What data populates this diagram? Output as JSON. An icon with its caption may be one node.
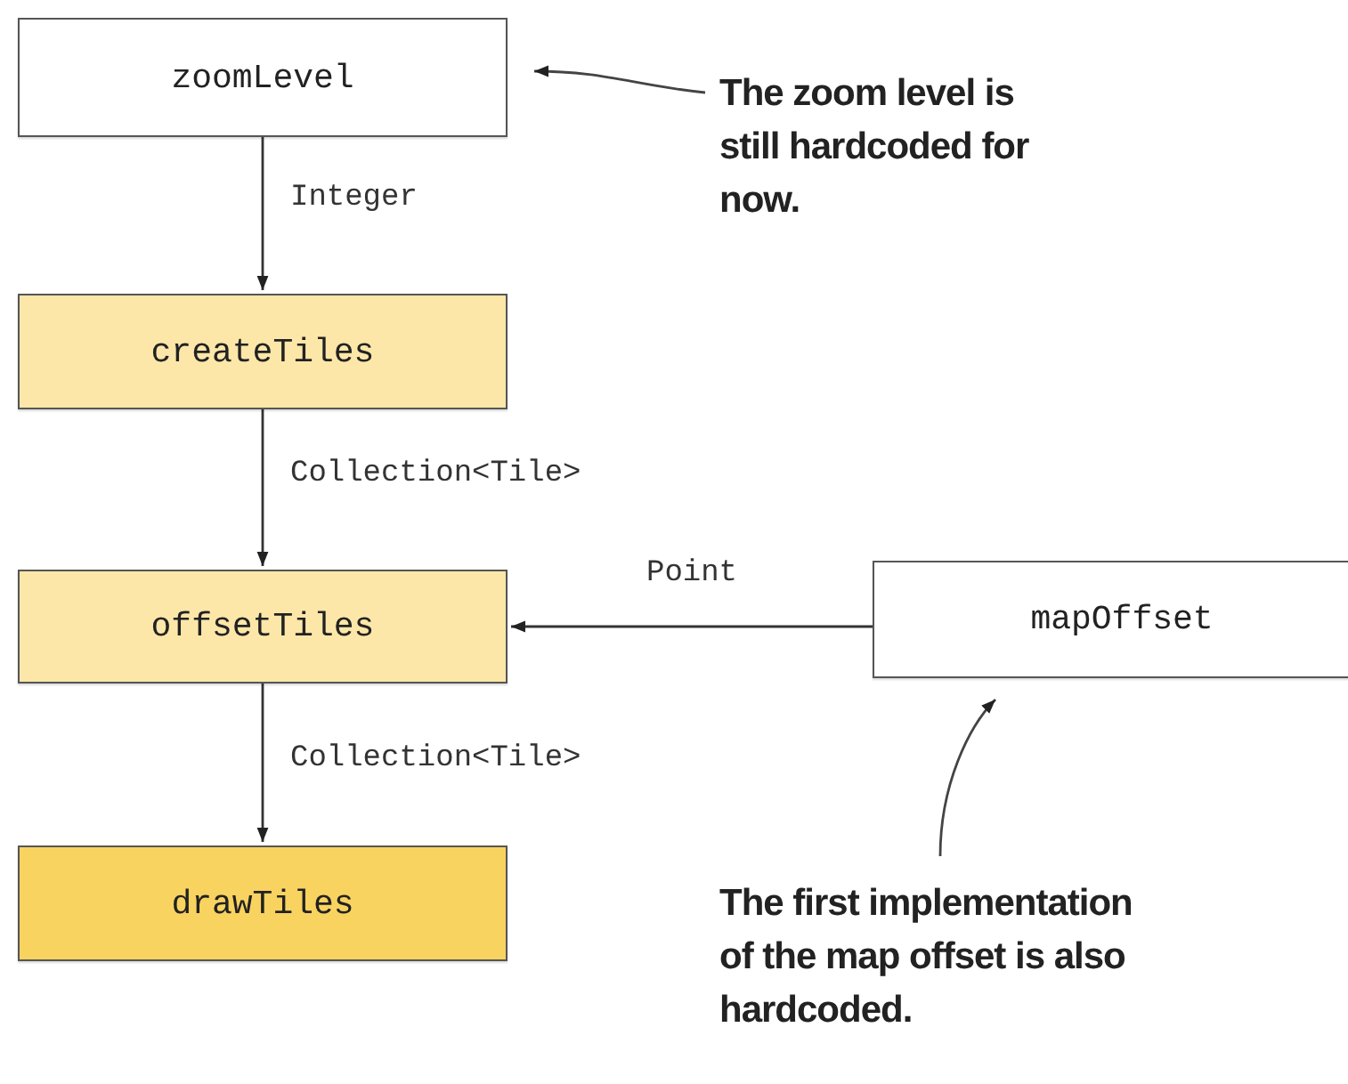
{
  "diagram": {
    "nodes": [
      {
        "text": [
          "zoomLevel"
        ]
      },
      {
        "text": [
          "createTiles"
        ]
      },
      {
        "text": [
          "offsetTiles"
        ]
      },
      {
        "text": [
          "drawTiles"
        ]
      },
      {
        "text": [
          "mapOffset"
        ]
      },
      {
        "text": [
          "The zoom level is still hardcoded for now."
        ]
      },
      {
        "text": [
          "The first implementation of the map offset is also hardcoded."
        ]
      }
    ],
    "edges": [
      {
        "from": 0,
        "to": 1,
        "arrow": "to",
        "label": "Integer"
      },
      {
        "from": 1,
        "to": 2,
        "arrow": "to",
        "label": "Collection<Tile>"
      },
      {
        "from": 4,
        "to": 2,
        "arrow": "to",
        "label": "Point"
      },
      {
        "from": 2,
        "to": 3,
        "arrow": "to",
        "label": "Collection<Tile>"
      },
      {
        "from": 5,
        "to": 0,
        "arrow": "to"
      },
      {
        "from": 6,
        "to": 4,
        "arrow": "to"
      }
    ]
  }
}
